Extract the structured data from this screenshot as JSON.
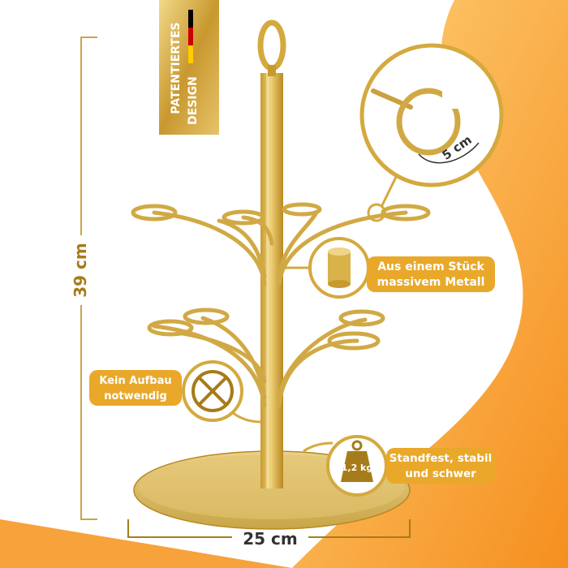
{
  "badge": {
    "line1": "PATENTIERTES",
    "line2": "DESIGN"
  },
  "dimensions": {
    "height_label": "39 cm",
    "width_label": "25 cm",
    "ring_label": "5 cm"
  },
  "features": {
    "material_line1": "Aus einem Stück",
    "material_line2": "massivem Metall",
    "assembly_line1": "Kein Aufbau",
    "assembly_line2": "notwendig",
    "stability_line1": "Standfest, stabil",
    "stability_line2": "und schwer",
    "weight_label": "1,2 kg"
  },
  "colors": {
    "gold": "#d9b24a",
    "gold_dark": "#a67c1a",
    "orange": "#f7a23b",
    "pill": "#e9a82a"
  }
}
